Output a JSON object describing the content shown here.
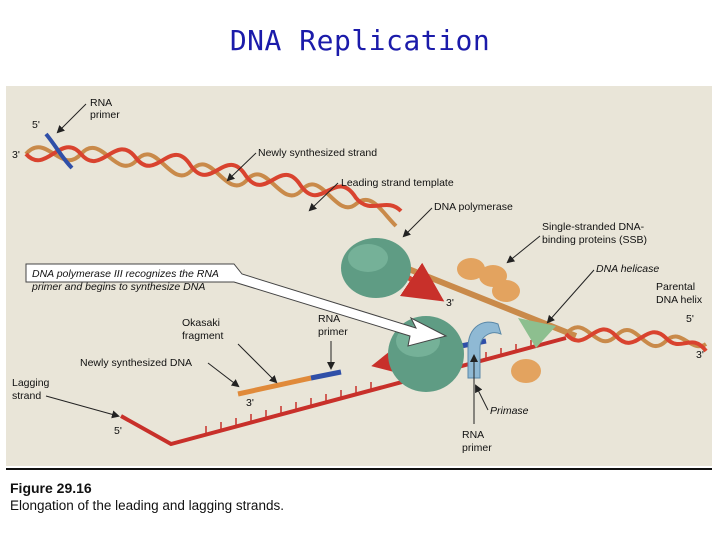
{
  "slide": {
    "title": "DNA Replication"
  },
  "figure": {
    "number": "Figure 29.16",
    "caption": "Elongation of the leading and lagging strands.",
    "labels": {
      "rna_primer_top_1": "RNA",
      "rna_primer_top_2": "primer",
      "five_prime_top": "5'",
      "three_prime_top": "3'",
      "newly_synthesized_strand": "Newly synthesized strand",
      "leading_strand_template": "Leading strand template",
      "dna_polymerase": "DNA polymerase",
      "ssb_1": "Single-stranded DNA-",
      "ssb_2": "binding proteins (SSB)",
      "dna_helicase": "DNA helicase",
      "parental_1": "Parental",
      "parental_2": "DNA helix",
      "five_prime_right": "5'",
      "three_prime_right": "3'",
      "three_prime_leading": "3'",
      "callout_1": "DNA polymerase III recognizes the RNA",
      "callout_2": "primer and begins to synthesize DNA",
      "okazaki_1": "Okasaki",
      "okazaki_2": "fragment",
      "rna_primer_mid_1": "RNA",
      "rna_primer_mid_2": "primer",
      "newly_synthesized_dna": "Newly synthesized DNA",
      "lagging_1": "Lagging",
      "lagging_2": "strand",
      "three_prime_okazaki": "3'",
      "five_prime_lagging": "5'",
      "primase": "Primase",
      "rna_primer_bottom_1": "RNA",
      "rna_primer_bottom_2": "primer"
    }
  },
  "colors": {
    "leading_strand": "#d9432f",
    "template_strand": "#c98a4a",
    "lagging_strand": "#c8302a",
    "rna_primer": "#2f4fa8",
    "polymerase": "#5f9c84",
    "ssb": "#e3a35f",
    "helicase": "#8dbf8f",
    "primase": "#8fb9d4"
  }
}
